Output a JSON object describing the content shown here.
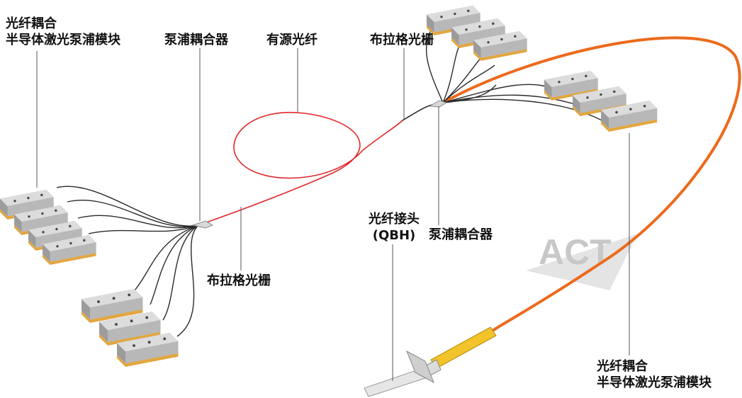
{
  "labels": {
    "module_left": [
      "光纤耦合",
      "半导体激光泵浦模块"
    ],
    "pump_combiner_left": "泵浦耦合器",
    "active_fiber": "有源光纤",
    "fbg_top": "布拉格光栅",
    "fbg_bottom": "布拉格光栅",
    "qbh": [
      "光纤接头",
      "(QBH)"
    ],
    "pump_combiner_right": "泵浦耦合器",
    "module_right": [
      "光纤耦合",
      "半导体激光泵浦模块"
    ]
  },
  "watermark": "ACT",
  "colors": {
    "active_fiber": "#e0262b",
    "output_fiber": "#ec6a1c",
    "passive_fiber": "#2a2a2a",
    "module_top": "#dcdcdc",
    "module_side": "#9c9c9c",
    "module_base": "#e2a740",
    "qbh_gold": "#f2c32a",
    "watermark": "#c8c8c8"
  }
}
